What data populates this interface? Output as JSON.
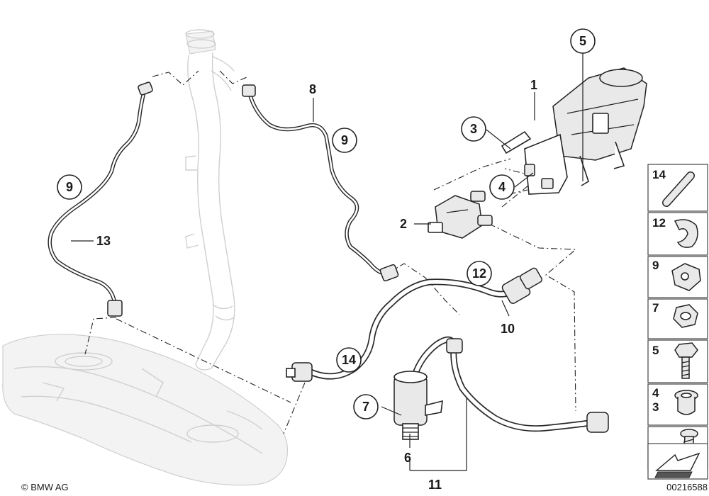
{
  "diagram": {
    "callouts": [
      "1",
      "2",
      "3",
      "4",
      "5",
      "6",
      "7",
      "8",
      "9",
      "10",
      "11",
      "12",
      "13",
      "14"
    ],
    "circled": {
      "c5": "5",
      "c3": "3",
      "c4": "4",
      "c9a": "9",
      "c9b": "9",
      "c12": "12",
      "c14": "14",
      "c7": "7"
    },
    "plain": {
      "p1": "1",
      "p2": "2",
      "p8": "8",
      "p13": "13",
      "p10": "10",
      "p6": "6",
      "p11": "11"
    }
  },
  "legend": {
    "items": [
      {
        "label": "14",
        "icon": "hose-piece-icon"
      },
      {
        "label": "12",
        "icon": "hose-clip-icon"
      },
      {
        "label": "9",
        "icon": "line-clip-icon"
      },
      {
        "label": "7",
        "icon": "hex-nut-icon"
      },
      {
        "label": "5",
        "icon": "hex-bolt-icon"
      },
      {
        "label": "4",
        "icon": "grommet-icon"
      },
      {
        "label": "3",
        "icon": "self-tapping-screw-icon"
      }
    ]
  },
  "footer": {
    "copyright": "© BMW AG",
    "diagram_number": "00216588"
  }
}
